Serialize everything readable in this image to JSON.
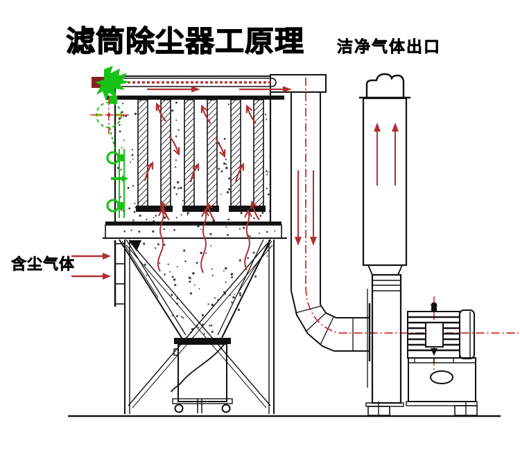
{
  "title": "滤筒除尘器工原理",
  "labels": {
    "clean_gas_outlet": "洁净气体出口",
    "dusty_gas_inlet": "含尘气体"
  },
  "colors": {
    "line": "#111111",
    "flow_arrow": "#b03032",
    "centerline_red": "#cf2b2b",
    "pulse_green": "#17c317",
    "pipe_cap_maroon": "#8a2121",
    "olive_tick": "#9a9a00",
    "background": "#ffffff",
    "dust_dot": "#222222"
  },
  "flow_indicators": {
    "inlet_arrows": 2,
    "plenum_arrows": 2,
    "duct_down_arrows": 2,
    "stack_up_arrows": 2,
    "rising_wavy_arrows": 3,
    "filter_chamber_arrows": 11
  },
  "structure": {
    "filter_cartridges": 3
  }
}
